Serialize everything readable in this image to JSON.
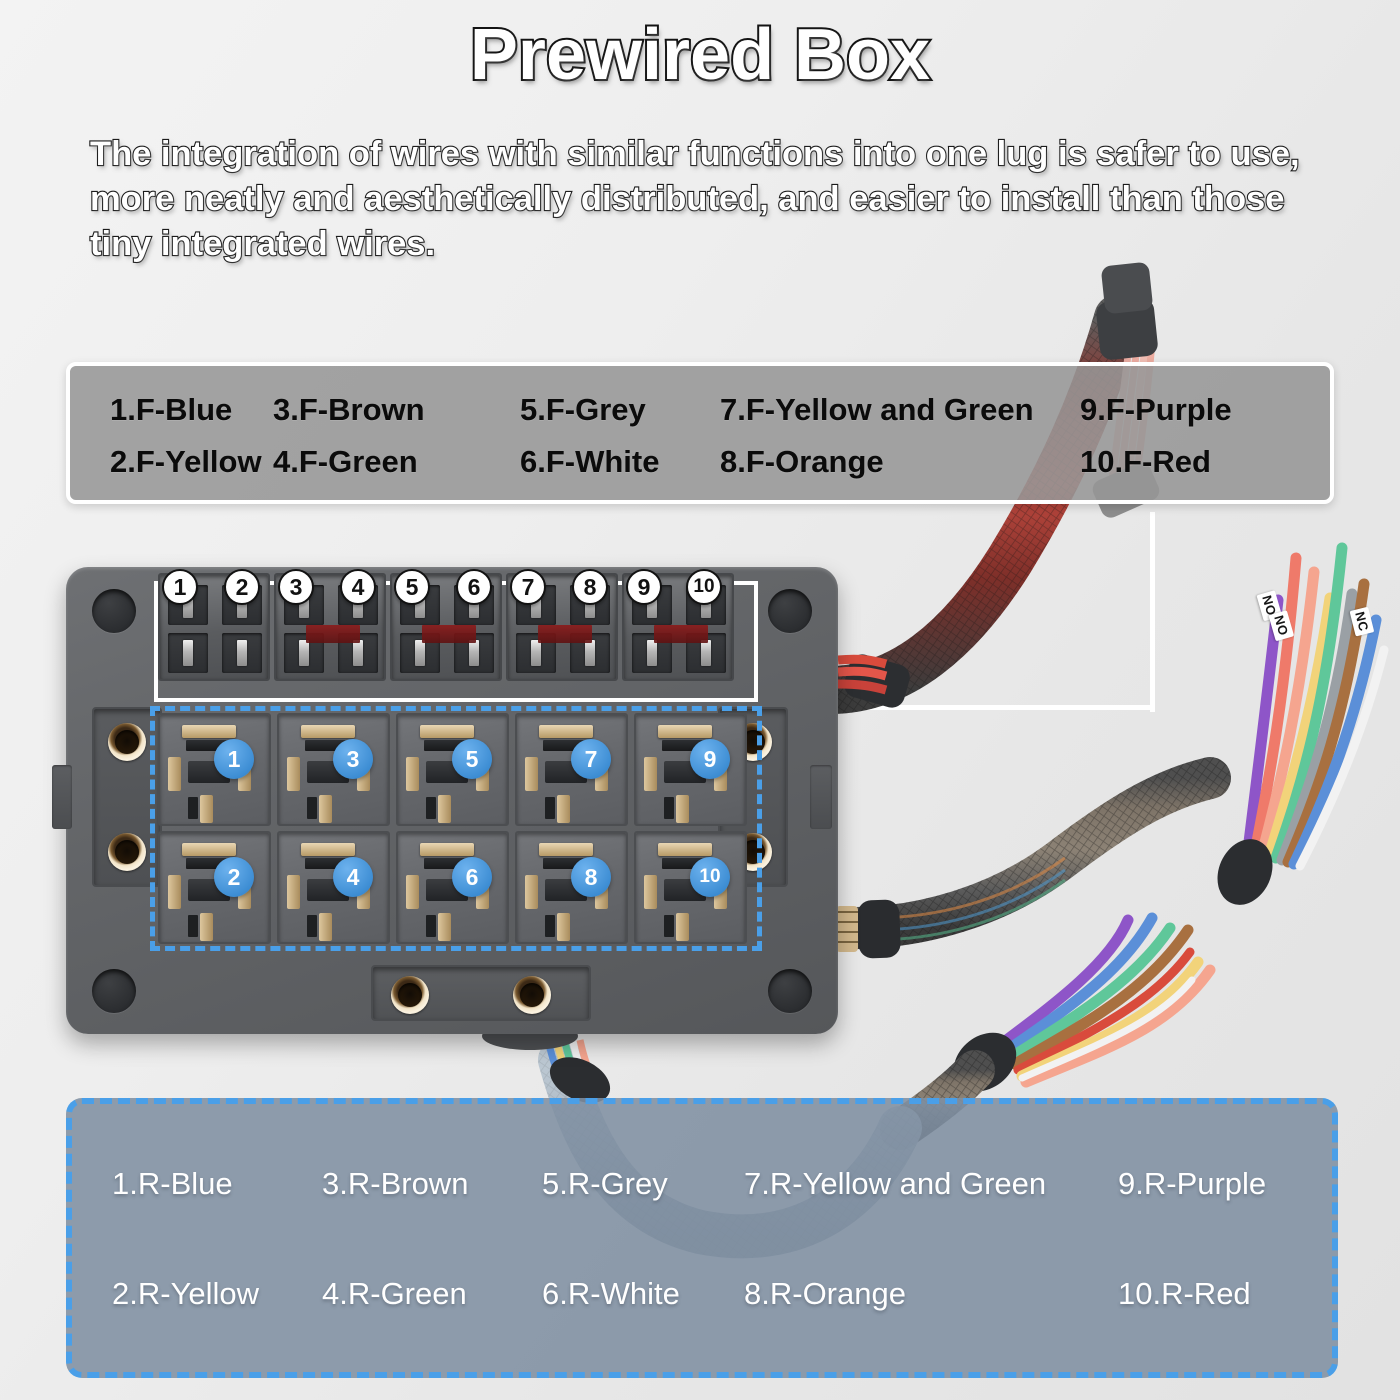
{
  "header": {
    "title": "Prewired Box",
    "subtitle": "The integration of wires with similar functions into one lug is safer to use, more neatly and aesthetically distributed, and easier to install than those tiny integrated wires."
  },
  "legend_front": {
    "panel_color": "#969696",
    "text_color": "#0b0b0b",
    "border_color": "#ffffff",
    "items": [
      {
        "num": "1",
        "label": "1.F-Blue",
        "col": 0,
        "row": 0
      },
      {
        "num": "2",
        "label": "2.F-Yellow",
        "col": 0,
        "row": 1
      },
      {
        "num": "3",
        "label": "3.F-Brown",
        "col": 1,
        "row": 0
      },
      {
        "num": "4",
        "label": "4.F-Green",
        "col": 1,
        "row": 1
      },
      {
        "num": "5",
        "label": "5.F-Grey",
        "col": 2,
        "row": 0
      },
      {
        "num": "6",
        "label": "6.F-White",
        "col": 2,
        "row": 1
      },
      {
        "num": "7",
        "label": "7.F-Yellow and Green",
        "col": 3,
        "row": 0
      },
      {
        "num": "8",
        "label": "8.F-Orange",
        "col": 3,
        "row": 1
      },
      {
        "num": "9",
        "label": "9.F-Purple",
        "col": 4,
        "row": 0
      },
      {
        "num": "10",
        "label": "10.F-Red",
        "col": 4,
        "row": 1
      }
    ]
  },
  "legend_rear": {
    "panel_color": "#8090a2",
    "text_color": "#ffffff",
    "border_color": "#4a9fe8",
    "border_style": "dashed",
    "items": [
      {
        "num": "1",
        "label": "1.R-Blue",
        "col": 0,
        "row": 0
      },
      {
        "num": "2",
        "label": "2.R-Yellow",
        "col": 0,
        "row": 1
      },
      {
        "num": "3",
        "label": "3.R-Brown",
        "col": 1,
        "row": 0
      },
      {
        "num": "4",
        "label": "4.R-Green",
        "col": 1,
        "row": 1
      },
      {
        "num": "5",
        "label": "5.R-Grey",
        "col": 2,
        "row": 0
      },
      {
        "num": "6",
        "label": "6.R-White",
        "col": 2,
        "row": 1
      },
      {
        "num": "7",
        "label": "7.R-Yellow and Green",
        "col": 3,
        "row": 0
      },
      {
        "num": "8",
        "label": "8.R-Orange",
        "col": 3,
        "row": 1
      },
      {
        "num": "9",
        "label": "9.R-Purple",
        "col": 4,
        "row": 0
      },
      {
        "num": "10",
        "label": "10.R-Red",
        "col": 4,
        "row": 1
      }
    ]
  },
  "fuse_block": {
    "highlight_border_color": "#ffffff",
    "badge_bg": "#ffffff",
    "badge_text": "#121212",
    "numbers": [
      "1",
      "2",
      "3",
      "4",
      "5",
      "6",
      "7",
      "8",
      "9",
      "10"
    ]
  },
  "relay_block": {
    "highlight_border_color": "#4a9fe8",
    "badge_bg": "#3e8ed4",
    "badge_text": "#ffffff",
    "top_row": [
      "1",
      "3",
      "5",
      "7",
      "9"
    ],
    "bottom_row": [
      "2",
      "4",
      "6",
      "8",
      "10"
    ]
  },
  "wire_labels": {
    "front_bundle": [
      "NO",
      "NO"
    ],
    "rear_bundle": [
      "NC"
    ]
  },
  "wire_colors": {
    "front_fan": [
      "#8e55c8",
      "#ef7a6a",
      "#f5a58f",
      "#f2d37a",
      "#5fc79a",
      "#9aa0a5",
      "#a87040",
      "#5b8fd8",
      "#f2f2f2"
    ],
    "rear_fan": [
      "#8e55c8",
      "#5b8fd8",
      "#5fc79a",
      "#a87040",
      "#d94b3c",
      "#f2d37a",
      "#f5a58f",
      "#f2f2f2"
    ],
    "front_sleeve": "#b4322c",
    "rear_sleeve": "#6a6a6a",
    "bottom_sleeve": "#9fb0bd"
  },
  "box": {
    "body_color": "#62646a",
    "terminal_color": "#e8d6b0"
  }
}
